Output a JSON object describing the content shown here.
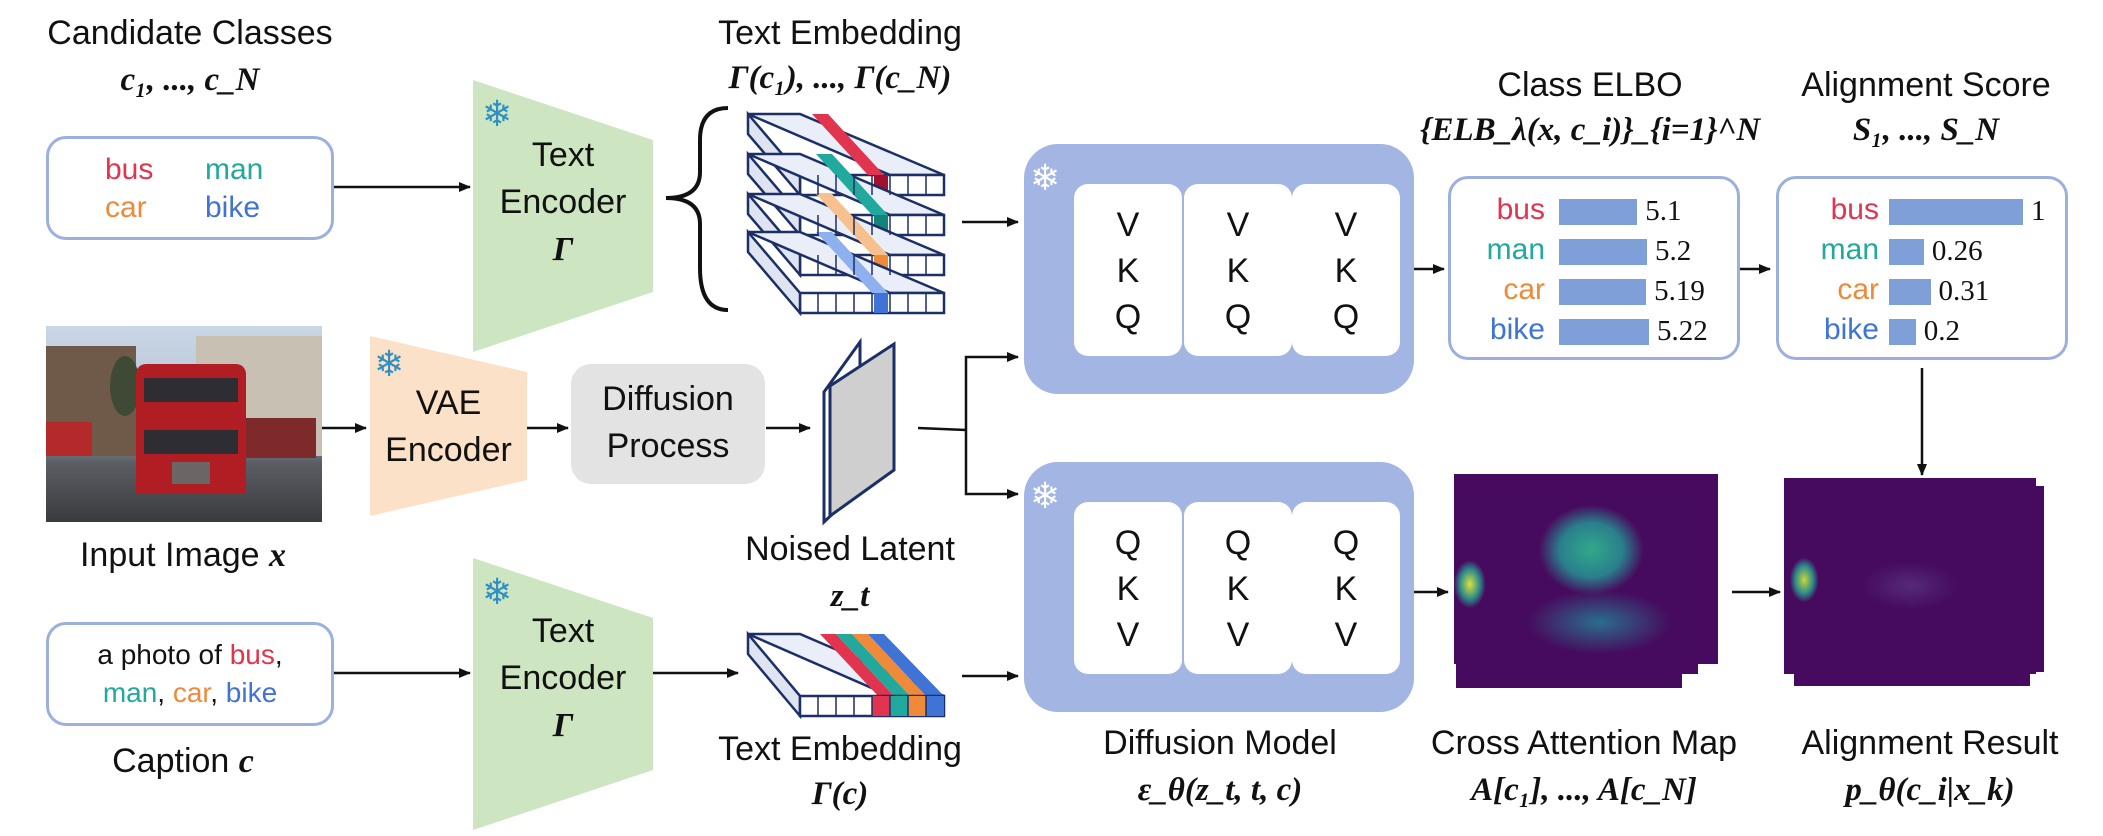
{
  "candidate": {
    "title": "Candidate Classes",
    "math": "c₁, ..., c_N",
    "classes": [
      {
        "name": "bus",
        "color": "#e0344f"
      },
      {
        "name": "man",
        "color": "#20a99c"
      },
      {
        "name": "car",
        "color": "#ee8a3a"
      },
      {
        "name": "bike",
        "color": "#3f74d6"
      }
    ]
  },
  "text_encoder": {
    "label_line1": "Text",
    "label_line2": "Encoder",
    "symbol": "Γ"
  },
  "text_embedding_top": {
    "title": "Text Embedding",
    "math": "Γ(c₁), ..., Γ(c_N)"
  },
  "input_image": {
    "caption": "Input Image",
    "symbol": "x"
  },
  "vae": {
    "label_line1": "VAE",
    "label_line2": "Encoder"
  },
  "diffusion_process": {
    "label_line1": "Diffusion",
    "label_line2": "Process"
  },
  "noised_latent": {
    "title": "Noised Latent",
    "math": "z_t"
  },
  "caption": {
    "text_prefix": "a photo of ",
    "words": [
      "bus",
      "man",
      "car",
      "bike"
    ],
    "label": "Caption",
    "symbol": "c"
  },
  "text_embedding_bottom": {
    "title": "Text Embedding",
    "math": "Γ(c)"
  },
  "diffusion_model": {
    "title": "Diffusion Model",
    "math": "ε_θ(z_t, t, c)",
    "top_blocks": [
      [
        "V",
        "K",
        "Q"
      ],
      [
        "V",
        "K",
        "Q"
      ],
      [
        "V",
        "K",
        "Q"
      ]
    ],
    "bottom_blocks": [
      [
        "Q",
        "K",
        "V"
      ],
      [
        "Q",
        "K",
        "V"
      ],
      [
        "Q",
        "K",
        "V"
      ]
    ]
  },
  "class_elbo": {
    "title": "Class ELBO",
    "math": "{ELB_λ(x, c_i)}_{i=1}^N",
    "rows": [
      {
        "name": "bus",
        "value": "5.1",
        "v": 5.1
      },
      {
        "name": "man",
        "value": "5.2",
        "v": 5.2
      },
      {
        "name": "car",
        "value": "5.19",
        "v": 5.19
      },
      {
        "name": "bike",
        "value": "5.22",
        "v": 5.22
      }
    ]
  },
  "alignment_score": {
    "title": "Alignment Score",
    "math": "S₁, ..., S_N",
    "rows": [
      {
        "name": "bus",
        "value": "1",
        "v": 1
      },
      {
        "name": "man",
        "value": "0.26",
        "v": 0.26
      },
      {
        "name": "car",
        "value": "0.31",
        "v": 0.31
      },
      {
        "name": "bike",
        "value": "0.2",
        "v": 0.2
      }
    ]
  },
  "cross_attention": {
    "title": "Cross Attention Map",
    "math": "A[c₁], ..., A[c_N]"
  },
  "alignment_result": {
    "title": "Alignment Result",
    "math": "p_θ(c_i|x_k)"
  },
  "colors": {
    "encoder_green": "#cde6c1",
    "vae_orange": "#fbe1c7",
    "process_gray": "#e3e3e3",
    "model_blue": "#a3b6e3",
    "box_border": "#9db0dd",
    "heatmap_purple": "#460b5e"
  }
}
